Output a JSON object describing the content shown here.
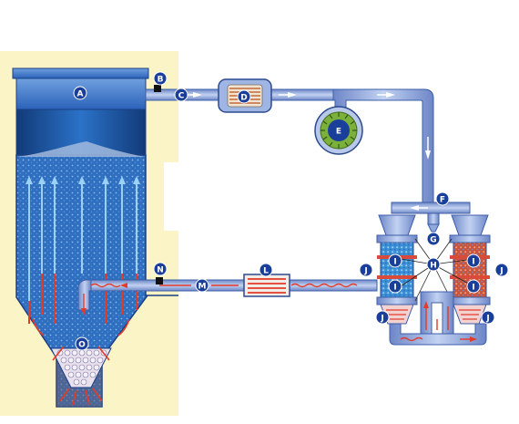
{
  "colors": {
    "background_panel": "#fbf4c6",
    "bin_blue": "#1f5fb4",
    "bin_dark": "#153f7c",
    "pipe": "#8fa9dd",
    "pipe_edge": "#3c5ea8",
    "label_fill": "#1a3f9a",
    "arrow_air": "#8ec5f5",
    "arrow_hot": "#e23b2a",
    "media_blue": "#3b8fd6",
    "media_red": "#d8573c"
  },
  "labels": {
    "A": "A",
    "B": "B",
    "C": "C",
    "D": "D",
    "E": "E",
    "F": "F",
    "G": "G",
    "H": "H",
    "I": "I",
    "J": "J",
    "L": "L",
    "M": "M",
    "N": "N",
    "O": "O"
  },
  "icons": [
    "pressure-sensor-icon",
    "filter-icon",
    "blower-icon",
    "valve-icon",
    "heater-icon",
    "flow-arrow-icon"
  ]
}
